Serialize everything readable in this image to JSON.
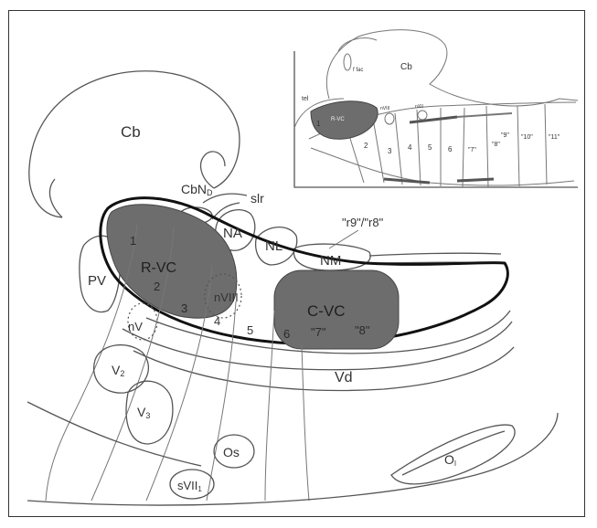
{
  "colors": {
    "nucleus_fill": "#6d6d6d",
    "outline": "#555555",
    "label": "#333333",
    "background": "#ffffff"
  },
  "main": {
    "labels": {
      "cb": "Cb",
      "cbn": "CbN",
      "cbn_sub": "D",
      "slr": "slr",
      "na": "NA",
      "nl": "NL",
      "nm": "NM",
      "r9r8": "\"r9\"/\"r8\"",
      "pv": "PV",
      "rvc": "R-VC",
      "cvc": "C-VC",
      "nviii": "nVIII",
      "nv": "nV",
      "vd": "Vd",
      "v2": "V",
      "v2_sub": "2",
      "v3": "V",
      "v3_sub": "3",
      "os": "Os",
      "svii": "sVII",
      "svii_sub": "1",
      "oi": "O",
      "oi_sub": "I"
    },
    "segments": [
      "1",
      "2",
      "3",
      "4",
      "5",
      "6",
      "\"7\"",
      "\"8\""
    ]
  },
  "inset": {
    "labels": {
      "cb": "Cb",
      "fac": "f fac",
      "tel": "tel",
      "rvc": "R-VC",
      "nviii_a": "nVIII",
      "nviii_b": "nXII"
    },
    "segments": [
      "1",
      "2",
      "3",
      "4",
      "5",
      "6",
      "\"7\"",
      "\"8\"",
      "\"9\"",
      "\"10\"",
      "\"11\""
    ]
  }
}
